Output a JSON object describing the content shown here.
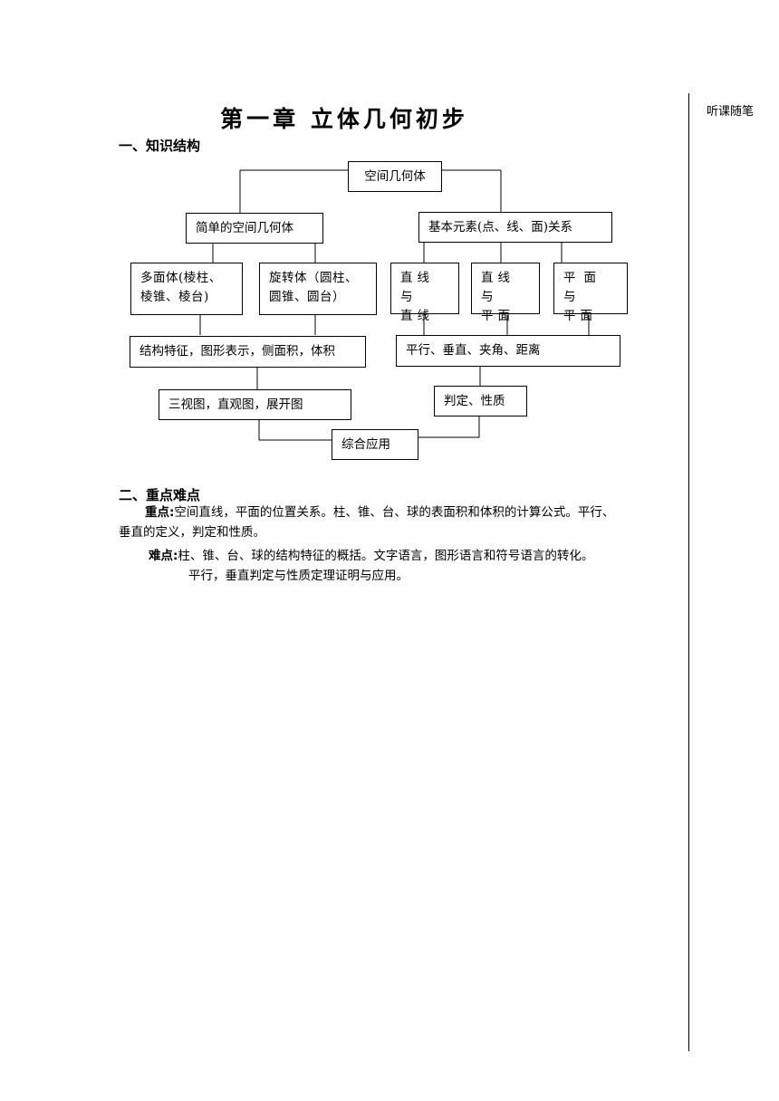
{
  "title": "第一章  立体几何初步",
  "margin_note": "听课随笔",
  "section1": {
    "heading": "一、知识结构"
  },
  "diagram": {
    "root": "空间几何体",
    "simple_solids": "简单的空间几何体",
    "basic_relations": "基本元素(点、线、面)关系",
    "polyhedra_line1": "多面体(棱柱、",
    "polyhedra_line2": "棱锥、棱台)",
    "revolution_line1": "旋转体（圆柱、",
    "revolution_line2": "圆锥、圆台）",
    "line_line_1": "直线与",
    "line_line_2": "直线",
    "line_plane_1": "直线与",
    "line_plane_2": "平面",
    "plane_plane_1": "平面与",
    "plane_plane_2": "平面",
    "structure_features": "结构特征，图形表示，侧面积，体积",
    "parallel_perp": "平行、垂直、夹角、距离",
    "three_views": "三视图，直观图，展开图",
    "judgement": "判定、性质",
    "application": "综合应用"
  },
  "section2": {
    "heading": "二、重点难点",
    "key_label": "重点:",
    "key_text_1": "空间直线，平面的位置关系。柱、锥、台、球的表面积和体积的计算公式。平行、",
    "key_text_2": "垂直的定义，判定和性质。",
    "diff_label": "难点:",
    "diff_text_1": "柱、锥、台、球的结构特征的概括。文字语言，图形语言和符号语言的转化。",
    "diff_text_2": "平行，垂直判定与性质定理证明与应用。"
  }
}
